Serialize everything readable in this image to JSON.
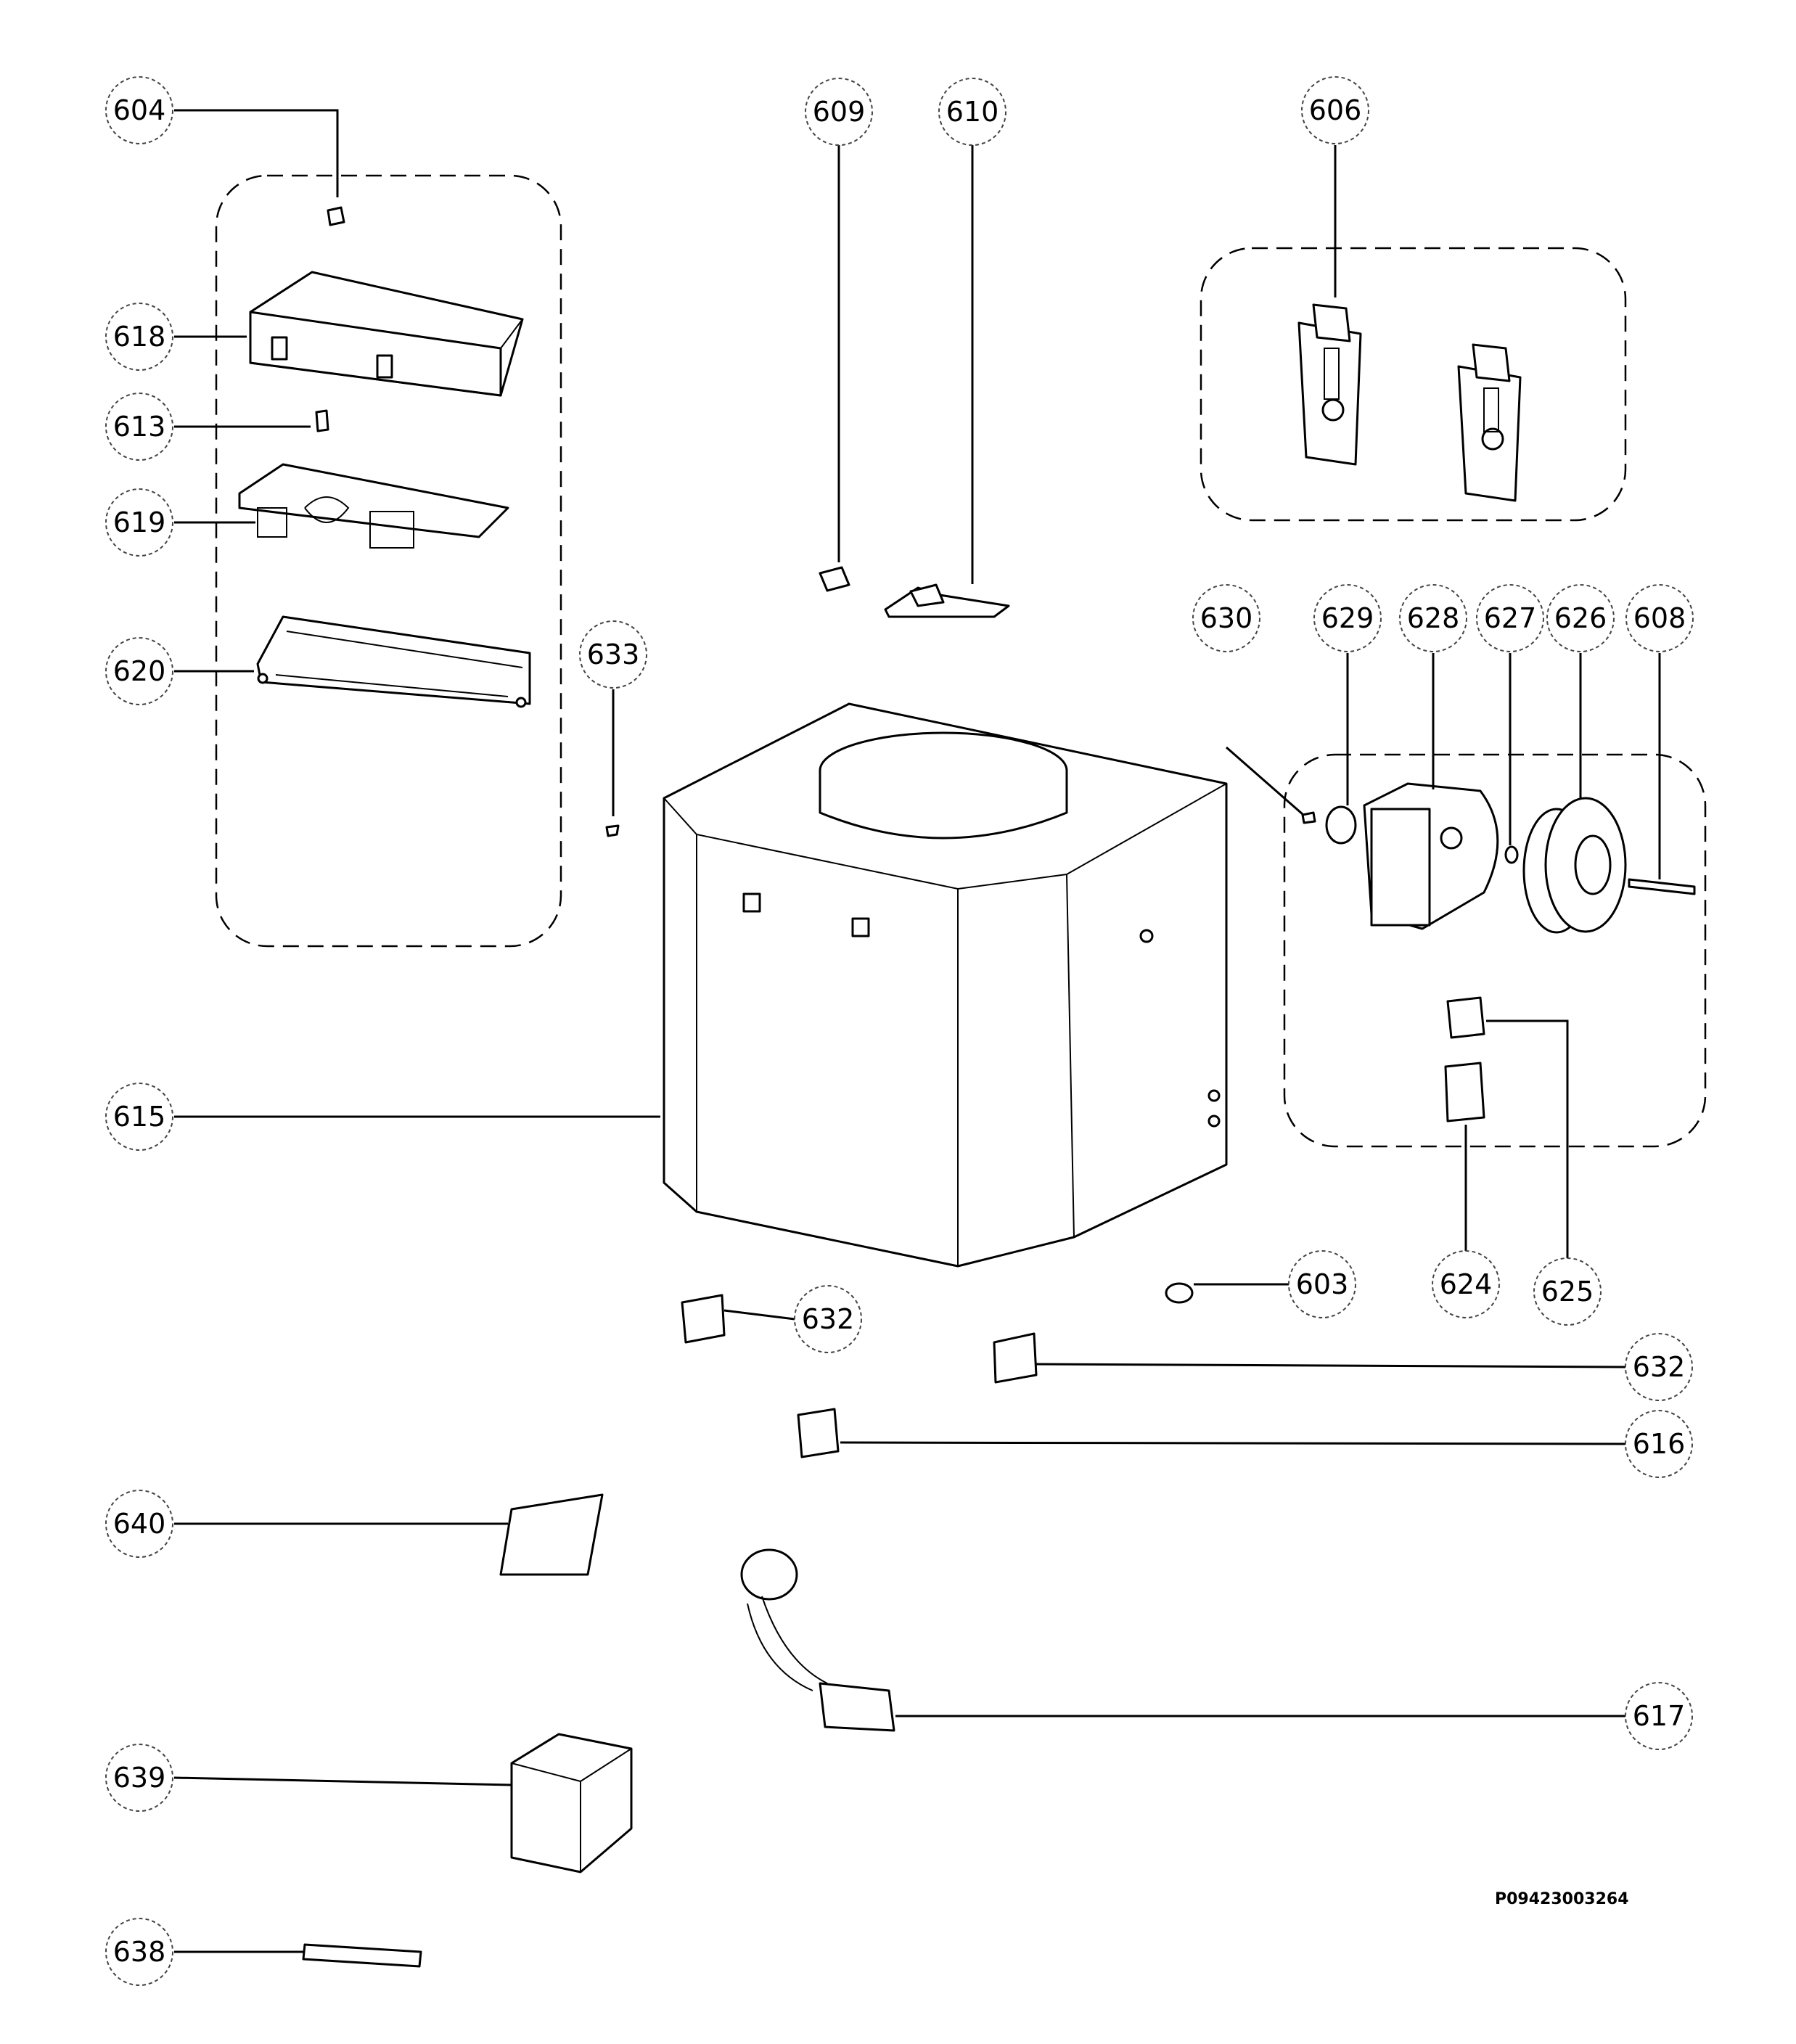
{
  "diagram": {
    "drawing_code": "P09423003264",
    "callouts": [
      {
        "id": "604",
        "label": "604"
      },
      {
        "id": "618",
        "label": "618"
      },
      {
        "id": "613",
        "label": "613"
      },
      {
        "id": "619",
        "label": "619"
      },
      {
        "id": "620",
        "label": "620"
      },
      {
        "id": "633",
        "label": "633"
      },
      {
        "id": "609",
        "label": "609"
      },
      {
        "id": "610",
        "label": "610"
      },
      {
        "id": "606",
        "label": "606"
      },
      {
        "id": "630",
        "label": "630"
      },
      {
        "id": "629",
        "label": "629"
      },
      {
        "id": "628",
        "label": "628"
      },
      {
        "id": "627",
        "label": "627"
      },
      {
        "id": "626",
        "label": "626"
      },
      {
        "id": "608",
        "label": "608"
      },
      {
        "id": "615",
        "label": "615"
      },
      {
        "id": "603",
        "label": "603"
      },
      {
        "id": "624",
        "label": "624"
      },
      {
        "id": "625",
        "label": "625"
      },
      {
        "id": "632a",
        "label": "632"
      },
      {
        "id": "632b",
        "label": "632"
      },
      {
        "id": "616",
        "label": "616"
      },
      {
        "id": "640",
        "label": "640"
      },
      {
        "id": "617",
        "label": "617"
      },
      {
        "id": "639",
        "label": "639"
      },
      {
        "id": "638",
        "label": "638"
      }
    ]
  }
}
